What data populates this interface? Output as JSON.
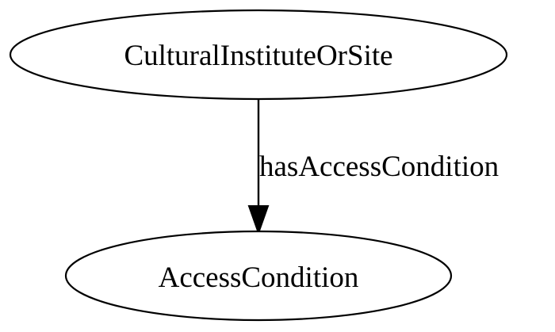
{
  "graph": {
    "nodes": [
      {
        "id": "cultural",
        "label": "CulturalInstituteOrSite"
      },
      {
        "id": "access",
        "label": "AccessCondition"
      }
    ],
    "edges": [
      {
        "from": "cultural",
        "to": "access",
        "label": "hasAccessCondition"
      }
    ]
  }
}
